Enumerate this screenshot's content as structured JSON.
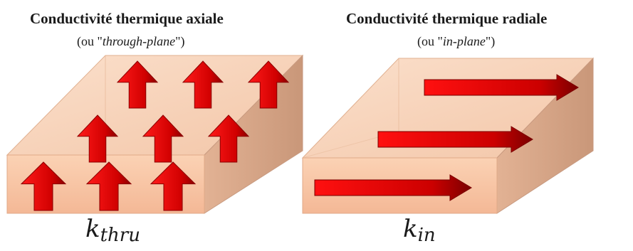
{
  "left_panel": {
    "title": "Conductivité thermique axiale",
    "subtitle_prefix": "(ou \"",
    "subtitle_term": "through-plane",
    "subtitle_suffix": "\")",
    "k_symbol": "k",
    "k_subscript": "thru",
    "arrow_direction": "up"
  },
  "right_panel": {
    "title": "Conductivité thermique radiale",
    "subtitle_prefix": "(ou \"",
    "subtitle_term": "in-plane",
    "subtitle_suffix": "\")",
    "k_symbol": "k",
    "k_subscript": "in",
    "arrow_direction": "right"
  },
  "colors": {
    "block_front": "#f9c9a8",
    "block_top": "#f6d3bb",
    "block_side": "#d9a88c",
    "arrow": "#d40000",
    "arrow_dark": "#7a0000",
    "text": "#1a1a1a"
  }
}
